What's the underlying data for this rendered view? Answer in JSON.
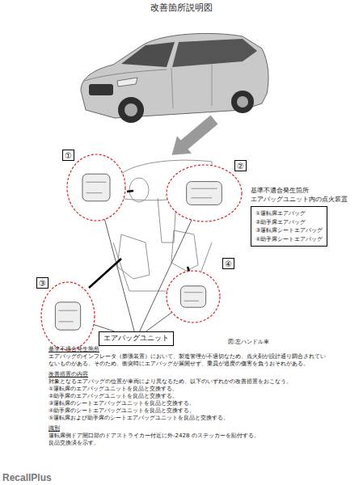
{
  "diagram": {
    "title": "改善箇所説明図",
    "nodes": [
      {
        "text": [
          "①"
        ]
      },
      {
        "text": [
          "②"
        ]
      },
      {
        "text": [
          "③"
        ]
      },
      {
        "text": [
          "④"
        ]
      },
      {
        "text": [
          "エアバッグユニット"
        ]
      },
      {
        "text": [
          "基準不適合発生箇所",
          "エアバッグユニット内の点火装置",
          "①運転席エアバッグ",
          "②助手席エアバッグ",
          "③運転席シートエアバッグ",
          "④助手席シートエアバッグ"
        ]
      }
    ],
    "edges": [
      {
        "from": 4,
        "to": 0,
        "arrow": "none"
      },
      {
        "from": 4,
        "to": 1,
        "arrow": "none"
      },
      {
        "from": 4,
        "to": 2,
        "arrow": "none"
      },
      {
        "from": 4,
        "to": 3,
        "arrow": "none"
      }
    ],
    "labels": [
      "図:左ハンドル車",
      "基準不適合発生箇所",
      "エアバッグのインフレータ（膨張装置）において、製造管理が不適切なため、点火剤が設計通り調合されていないものがある。そのため、衝突時にエアバッグが展開せず、乗員が過度の傷害を負うおそれがある。",
      "改善措置の内容",
      "対象となるエアバッグの位置が車両により異なるため、以下のいずれかの改善措置をおこなう。",
      "①運転席のエアバッグユニットを良品と交換する。",
      "②助手席のエアバッグユニットを良品と交換する。",
      "③運転席のシートエアバッグユニットを良品と交換する。",
      "④助手席のシートエアバッグユニットを良品と交換する。",
      "⑤運転席および助手席のシートエアバッグユニットを良品と交換する。",
      "識別",
      "運転席側ドア開口部のドアストライカー付近に外-2428 のステッカーを貼付する。",
      "良品交換済を示す。",
      "RecallPlus"
    ]
  }
}
